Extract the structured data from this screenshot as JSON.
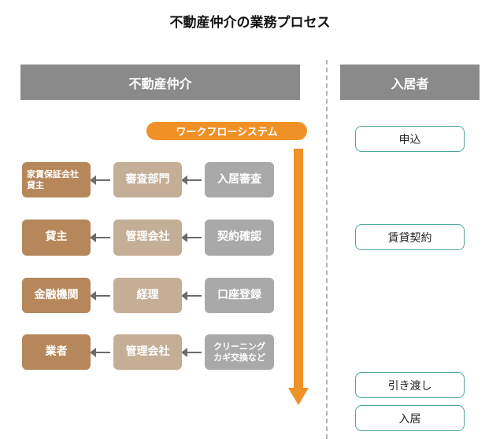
{
  "title": "不動産仲介の業務プロセス",
  "headers": {
    "agency": "不動産仲介",
    "tenant": "入居者"
  },
  "workflow_label": "ワークフローシステム",
  "rows": [
    {
      "step": "入居審査",
      "middle": "審査部門",
      "target": "家賃保証会社\n貸主"
    },
    {
      "step": "契約確認",
      "middle": "管理会社",
      "target": "貸主"
    },
    {
      "step": "口座登録",
      "middle": "経理",
      "target": "金融機関"
    },
    {
      "step": "クリーニング\nカギ交換など",
      "middle": "管理会社",
      "target": "業者"
    }
  ],
  "tenant_steps": [
    "申込",
    "賃貸契約",
    "引き渡し",
    "入居"
  ],
  "colors": {
    "header": "#8a8a8a",
    "workflow": "#ef9127",
    "step_box": "#a9a9a9",
    "middle_box": "#c4ae95",
    "target_box": "#b5875a",
    "tenant_border": "#4aa79a"
  }
}
